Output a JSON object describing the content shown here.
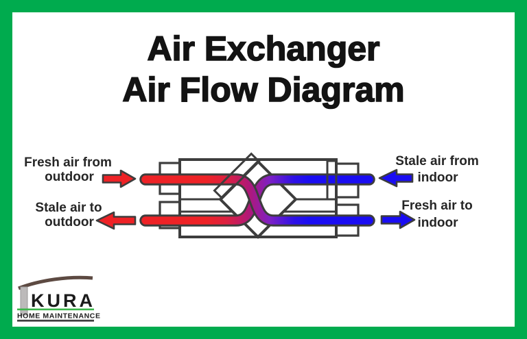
{
  "frame": {
    "border_color": "#00ab4e",
    "background": "#ffffff"
  },
  "title": {
    "line1": "Air Exchanger",
    "line2": "Air Flow Diagram"
  },
  "diagram": {
    "labels": {
      "fresh_in": {
        "line1": "Fresh air from",
        "line2": "outdoor",
        "arrow_direction": "right",
        "arrow_color": "red"
      },
      "stale_out": {
        "line1": "Stale air to",
        "line2": "outdoor",
        "arrow_direction": "left",
        "arrow_color": "red"
      },
      "stale_in": {
        "line1": "Stale air from",
        "line2": "indoor",
        "arrow_direction": "left",
        "arrow_color": "blue"
      },
      "fresh_out": {
        "line1": "Fresh air to",
        "line2": "indoor",
        "arrow_direction": "right",
        "arrow_color": "blue"
      }
    },
    "colors": {
      "red_arrow": "#ee2226",
      "blue_arrow": "#1a0df2",
      "outline": "#3d3d3d"
    },
    "gradient": {
      "s0": "#ee2226",
      "s1": "#dc2040",
      "s2": "#b01878",
      "s3": "#7e20c4",
      "s4": "#2f11e6",
      "s5": "#1a0df2"
    }
  },
  "logo": {
    "name": "KURA",
    "tagline": "HOME  MAINTENANCE",
    "colors": {
      "roof": "#5d4a42",
      "bar": "#bcbaba",
      "accent_line": "#3cb54a",
      "underline": "#3f3f3f"
    }
  }
}
